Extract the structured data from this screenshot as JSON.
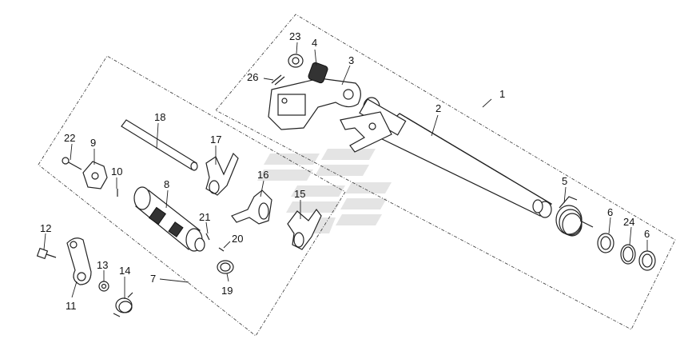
{
  "diagram": {
    "callouts": [
      {
        "id": "c1",
        "text": "1"
      },
      {
        "id": "c2",
        "text": "2"
      },
      {
        "id": "c3",
        "text": "3"
      },
      {
        "id": "c4",
        "text": "4"
      },
      {
        "id": "c5",
        "text": "5"
      },
      {
        "id": "c6a",
        "text": "6"
      },
      {
        "id": "c6b",
        "text": "6"
      },
      {
        "id": "c7",
        "text": "7"
      },
      {
        "id": "c8",
        "text": "8"
      },
      {
        "id": "c9",
        "text": "9"
      },
      {
        "id": "c10",
        "text": "10"
      },
      {
        "id": "c11",
        "text": "11"
      },
      {
        "id": "c12",
        "text": "12"
      },
      {
        "id": "c13",
        "text": "13"
      },
      {
        "id": "c14",
        "text": "14"
      },
      {
        "id": "c15",
        "text": "15"
      },
      {
        "id": "c16",
        "text": "16"
      },
      {
        "id": "c17",
        "text": "17"
      },
      {
        "id": "c18",
        "text": "18"
      },
      {
        "id": "c19",
        "text": "19"
      },
      {
        "id": "c20",
        "text": "20"
      },
      {
        "id": "c21",
        "text": "21"
      },
      {
        "id": "c22",
        "text": "22"
      },
      {
        "id": "c23",
        "text": "23"
      },
      {
        "id": "c24",
        "text": "24"
      },
      {
        "id": "c26",
        "text": "26"
      }
    ]
  },
  "colors": {
    "line": "#222222",
    "watermark": "#e6e6e6"
  }
}
